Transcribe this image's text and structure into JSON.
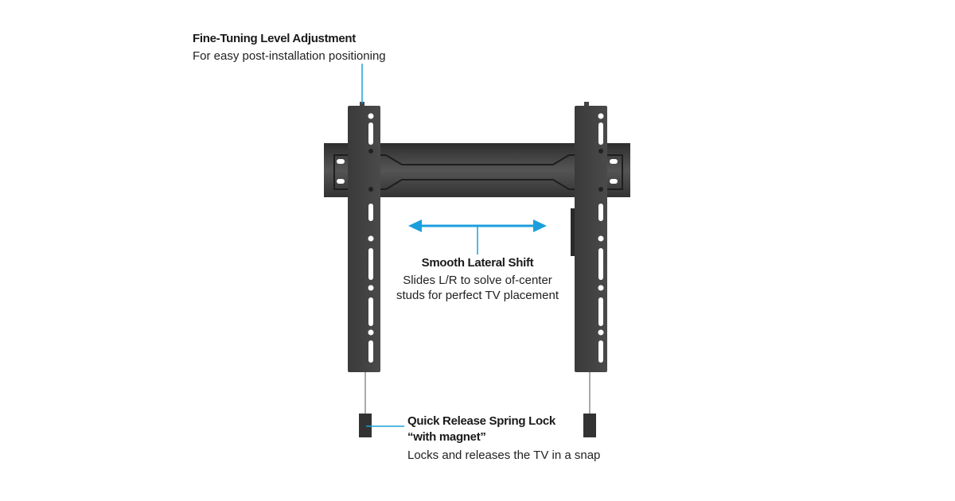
{
  "colors": {
    "accent": "#1a9fdc",
    "metal": "#3a3a3a"
  },
  "callouts": {
    "level": {
      "title": "Fine-Tuning Level Adjustment",
      "desc": "For easy post-installation positioning"
    },
    "shift": {
      "title": "Smooth Lateral Shift",
      "desc_1": "Slides L/R to solve of-center",
      "desc_2": "studs for perfect TV placement"
    },
    "lock": {
      "title_1": "Quick Release Spring Lock",
      "title_2": "“with magnet”",
      "desc": "Locks and releases the TV in a snap"
    }
  }
}
